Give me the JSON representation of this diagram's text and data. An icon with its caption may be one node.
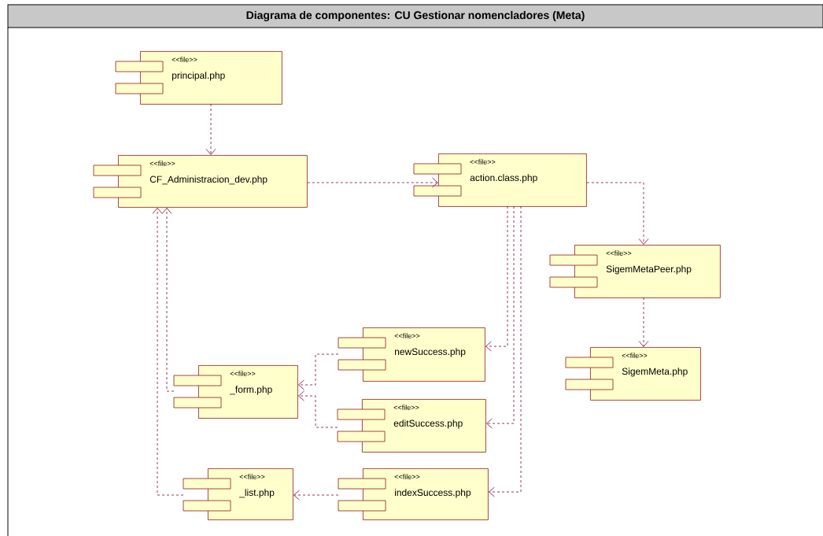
{
  "diagram": {
    "title": "Diagrama de componentes: CU Gestionar nomencladores (Meta)",
    "nodes": [
      {
        "text": [
          "<<file>>",
          "principal.php"
        ]
      },
      {
        "text": [
          "<<file>>",
          "CF_Administracion_dev.php"
        ]
      },
      {
        "text": [
          "<<file>>",
          "action.class.php"
        ]
      },
      {
        "text": [
          "<<file>>",
          "SigemMetaPeer.php"
        ]
      },
      {
        "text": [
          "<<file>>",
          "SigemMeta.php"
        ]
      },
      {
        "text": [
          "<<file>>",
          "newSuccess.php"
        ]
      },
      {
        "text": [
          "<<file>>",
          "_form.php"
        ]
      },
      {
        "text": [
          "<<file>>",
          "editSuccess.php"
        ]
      },
      {
        "text": [
          "<<file>>",
          "_list.php"
        ]
      },
      {
        "text": [
          "<<file>>",
          "indexSuccess.php"
        ]
      }
    ],
    "edges": [
      {
        "from": 0,
        "to": 1,
        "arrow": "to",
        "style": "dashed"
      },
      {
        "from": 1,
        "to": 2,
        "arrow": "to",
        "style": "dashed"
      },
      {
        "from": 2,
        "to": 3,
        "arrow": "to",
        "style": "dashed"
      },
      {
        "from": 3,
        "to": 4,
        "arrow": "to",
        "style": "dashed"
      },
      {
        "from": 2,
        "to": 5,
        "arrow": "to",
        "style": "dashed"
      },
      {
        "from": 2,
        "to": 7,
        "arrow": "to",
        "style": "dashed"
      },
      {
        "from": 2,
        "to": 9,
        "arrow": "to",
        "style": "dashed"
      },
      {
        "from": 5,
        "to": 6,
        "arrow": "to",
        "style": "dashed"
      },
      {
        "from": 7,
        "to": 6,
        "arrow": "to",
        "style": "dashed"
      },
      {
        "from": 9,
        "to": 8,
        "arrow": "to",
        "style": "dashed"
      },
      {
        "from": 6,
        "to": 1,
        "arrow": "to",
        "style": "dashed"
      },
      {
        "from": 8,
        "to": 1,
        "arrow": "to",
        "style": "dashed"
      }
    ]
  }
}
